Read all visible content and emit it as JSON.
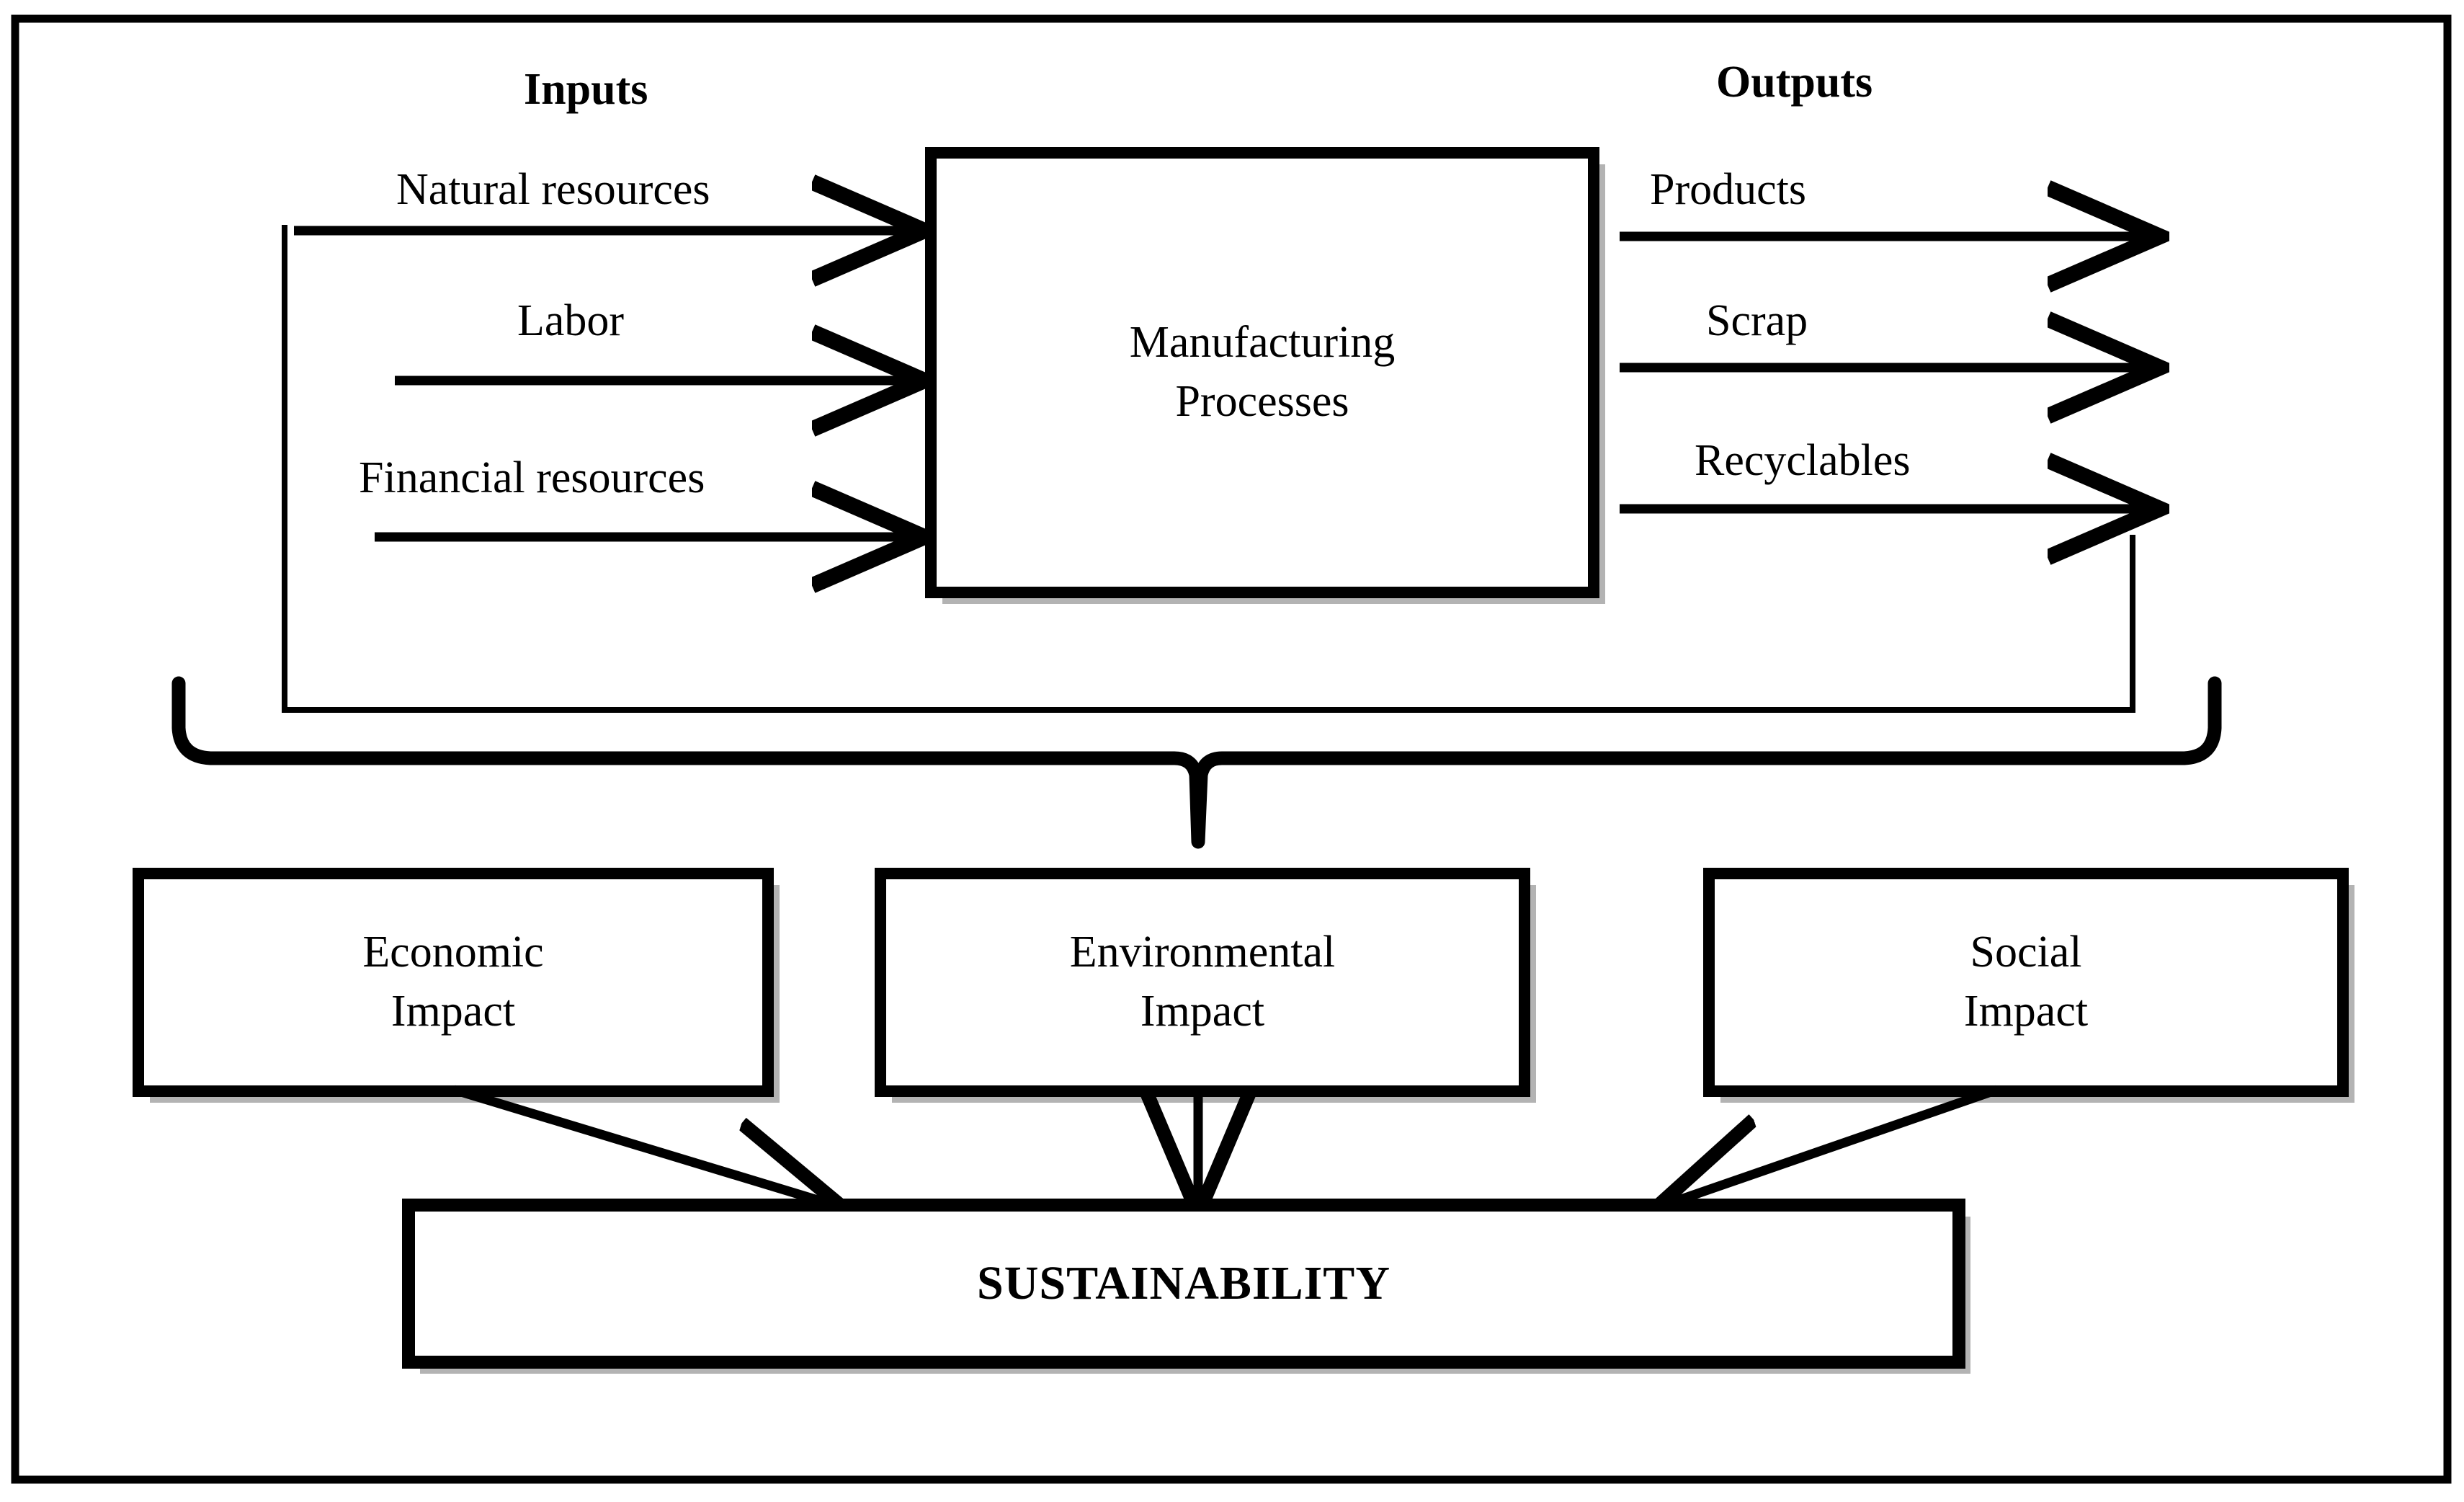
{
  "diagram": {
    "title": "Manufacturing Processes Sustainability Flow Diagram",
    "colors": {
      "stroke": "#000000",
      "fill": "#FFFFFF",
      "shadow": "#A6A6A6",
      "background": "#FFFFFF"
    },
    "headings": {
      "inputs": "Inputs",
      "outputs": "Outputs"
    },
    "inputs": [
      {
        "label": "Natural resources"
      },
      {
        "label": "Labor"
      },
      {
        "label": "Financial resources"
      }
    ],
    "outputs": [
      {
        "label": "Products"
      },
      {
        "label": "Scrap"
      },
      {
        "label": "Recyclables"
      }
    ],
    "process_box": {
      "line1": "Manufacturing",
      "line2": "Processes"
    },
    "impact_boxes": [
      {
        "line1": "Economic",
        "line2": "Impact"
      },
      {
        "line1": "Environmental",
        "line2": "Impact"
      },
      {
        "line1": "Social",
        "line2": "Impact"
      }
    ],
    "outcome_box": {
      "label": "SUSTAINABILITY"
    }
  }
}
